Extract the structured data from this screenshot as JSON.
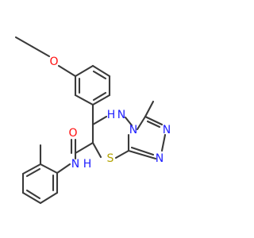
{
  "colors": {
    "bond": "#3a3a3a",
    "oxygen": "#ff0d0d",
    "nitrogen": "#2020ff",
    "sulfur": "#b3a300",
    "background": "#ffffff"
  },
  "atoms": [
    {
      "id": "o_ether",
      "label": "O",
      "element": "oxygen"
    },
    {
      "id": "o_carbonyl",
      "label": "O",
      "element": "oxygen"
    },
    {
      "id": "n_h_ring",
      "label": "H",
      "element": "nitrogen"
    },
    {
      "id": "n_ring_h",
      "label": "N",
      "element": "nitrogen"
    },
    {
      "id": "n_bridge",
      "label": "N",
      "element": "nitrogen"
    },
    {
      "id": "n_triazole_a",
      "label": "N",
      "element": "nitrogen"
    },
    {
      "id": "n_triazole_b",
      "label": "N",
      "element": "nitrogen"
    },
    {
      "id": "n_amide",
      "label": "N",
      "element": "nitrogen"
    },
    {
      "id": "h_amide",
      "label": "H",
      "element": "nitrogen"
    },
    {
      "id": "s_ring",
      "label": "S",
      "element": "sulfur"
    }
  ]
}
